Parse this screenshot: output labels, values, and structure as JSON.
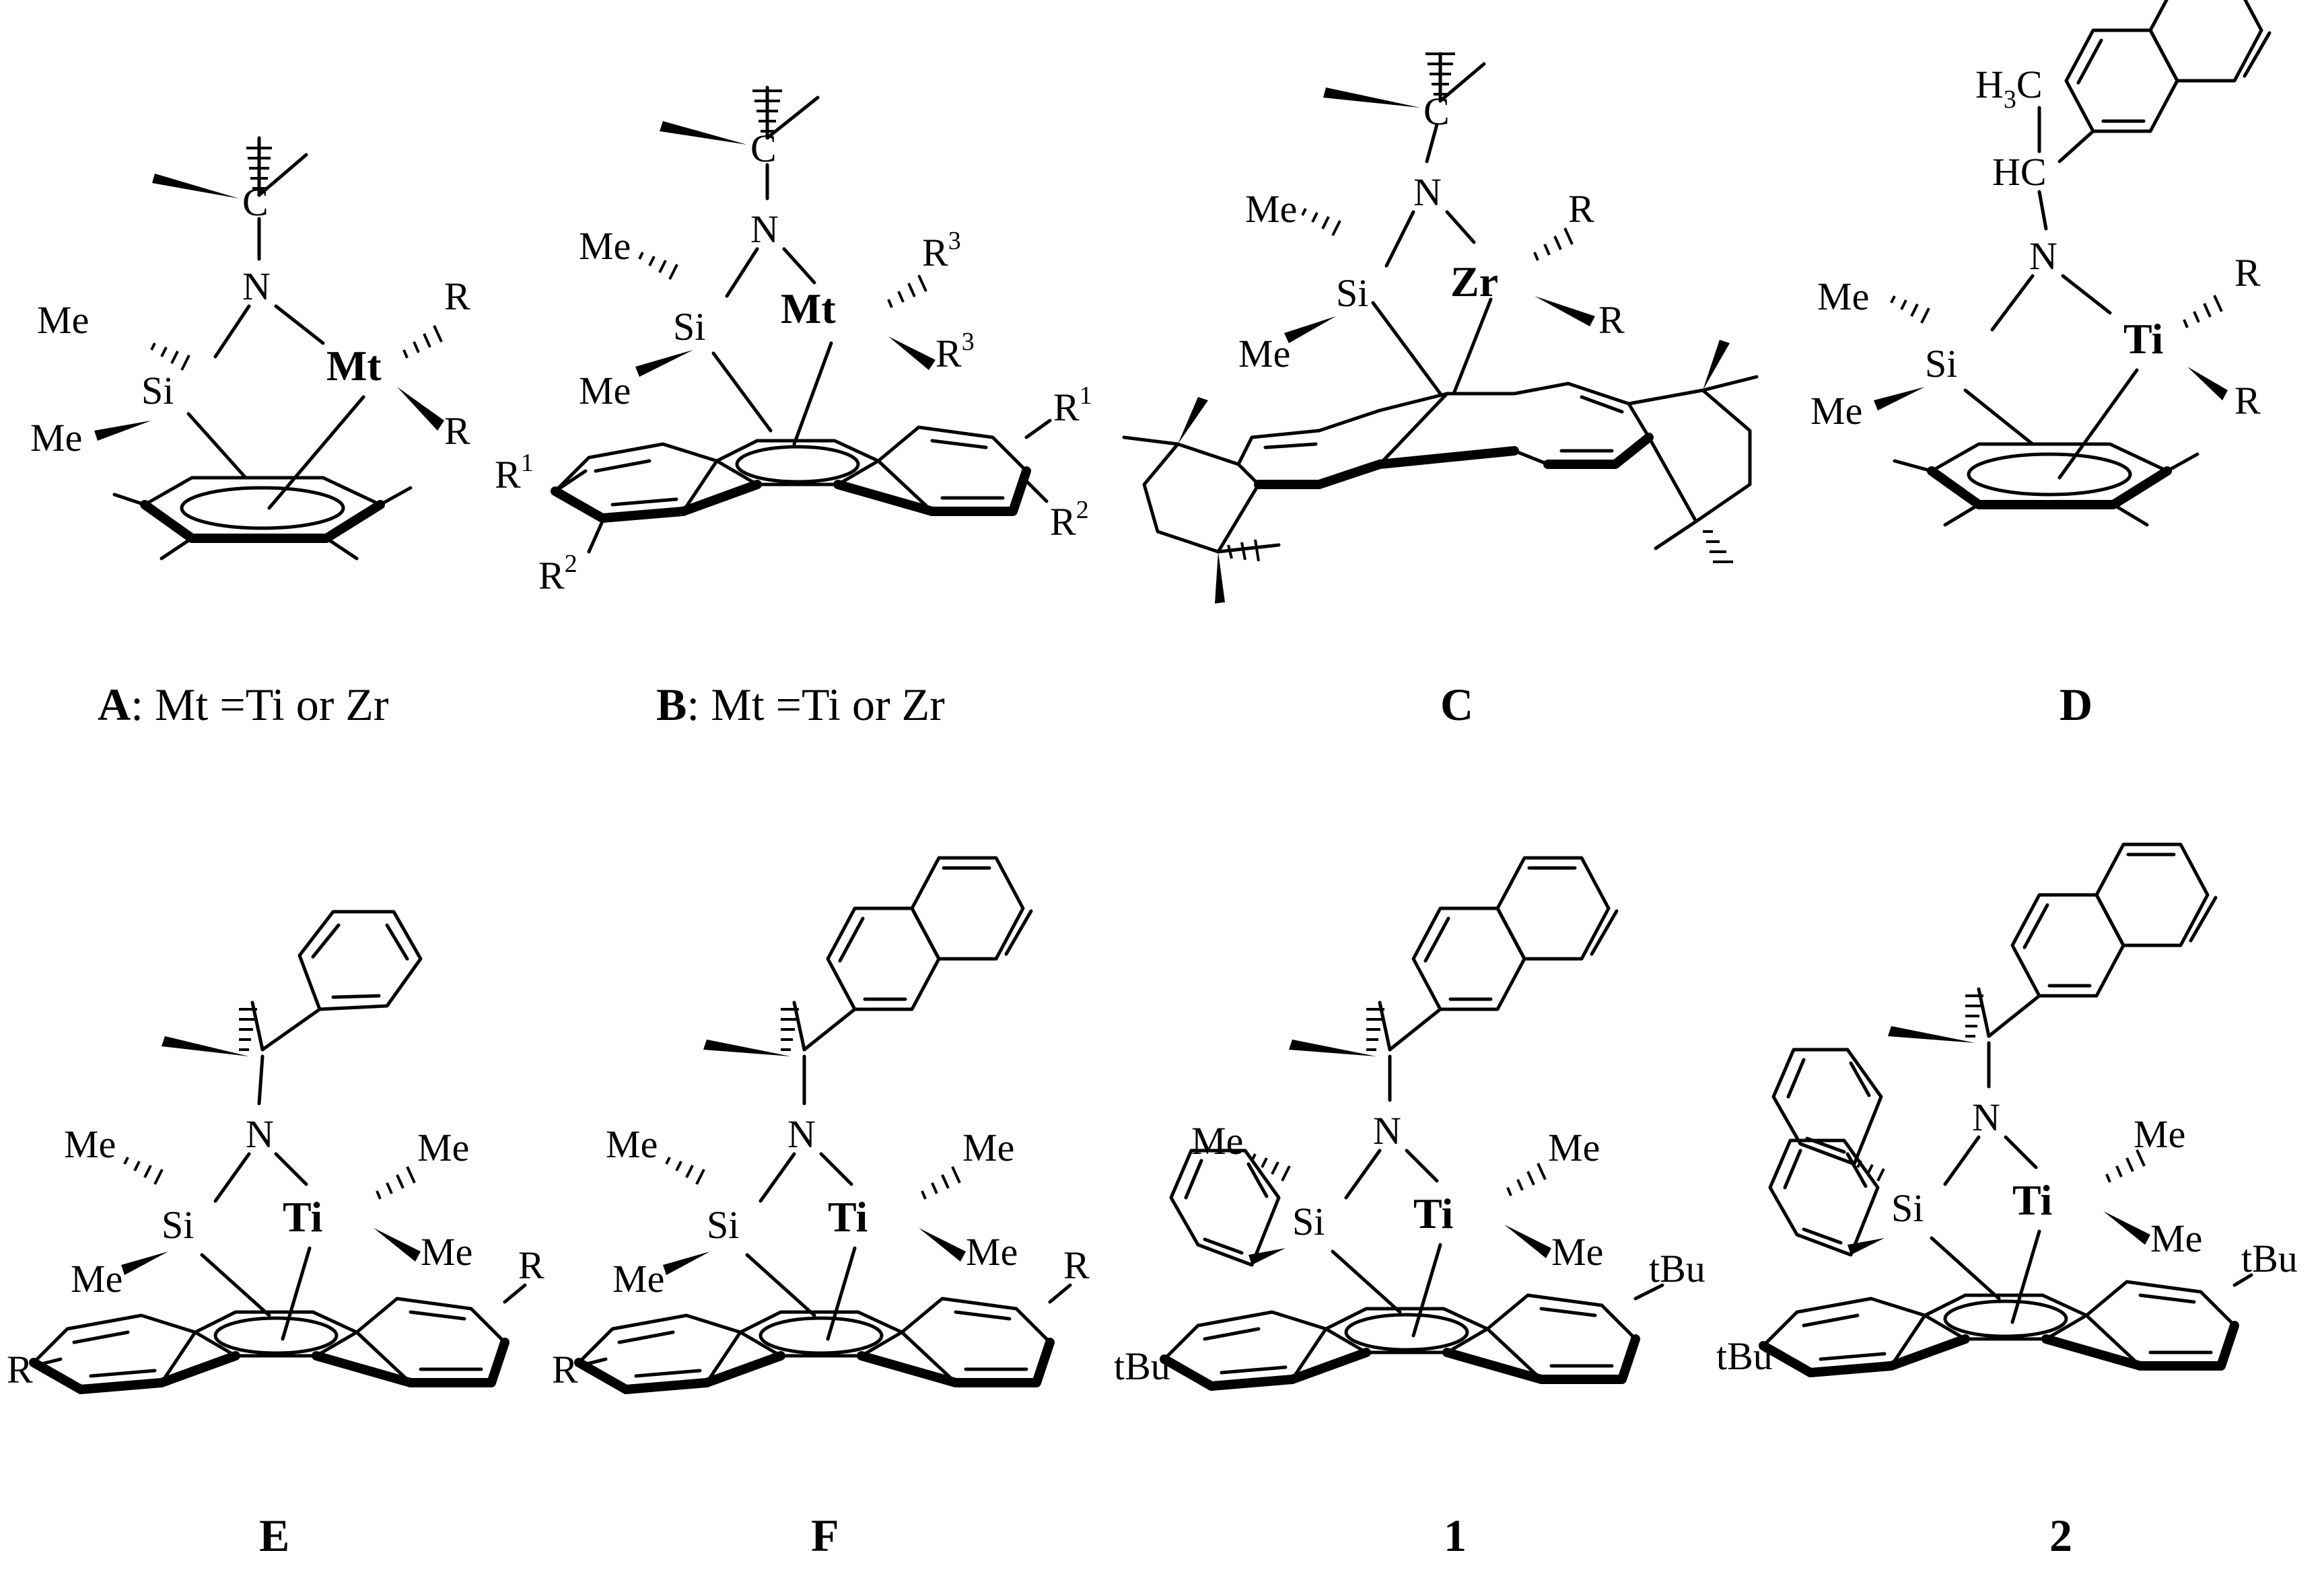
{
  "captions": {
    "A": {
      "letter": "A",
      "text": ": Mt =Ti or Zr"
    },
    "B": {
      "letter": "B",
      "text": ": Mt =Ti or Zr"
    },
    "C": {
      "letter": "C"
    },
    "D": {
      "letter": "D"
    },
    "E": {
      "letter": "E"
    },
    "F": {
      "letter": "F"
    },
    "1": {
      "letter": "1"
    },
    "2": {
      "letter": "2"
    }
  },
  "atoms": {
    "C": "C",
    "N": "N",
    "Si": "Si",
    "Me": "Me",
    "Mt": "Mt",
    "R": "R",
    "Zr": "Zr",
    "Ti": "Ti",
    "HC": "HC",
    "H3C_H": "H",
    "H3C_3": "3",
    "H3C_C": "C",
    "tBu": "tBu",
    "sup1": "1",
    "sup2": "2",
    "sup3": "3"
  }
}
